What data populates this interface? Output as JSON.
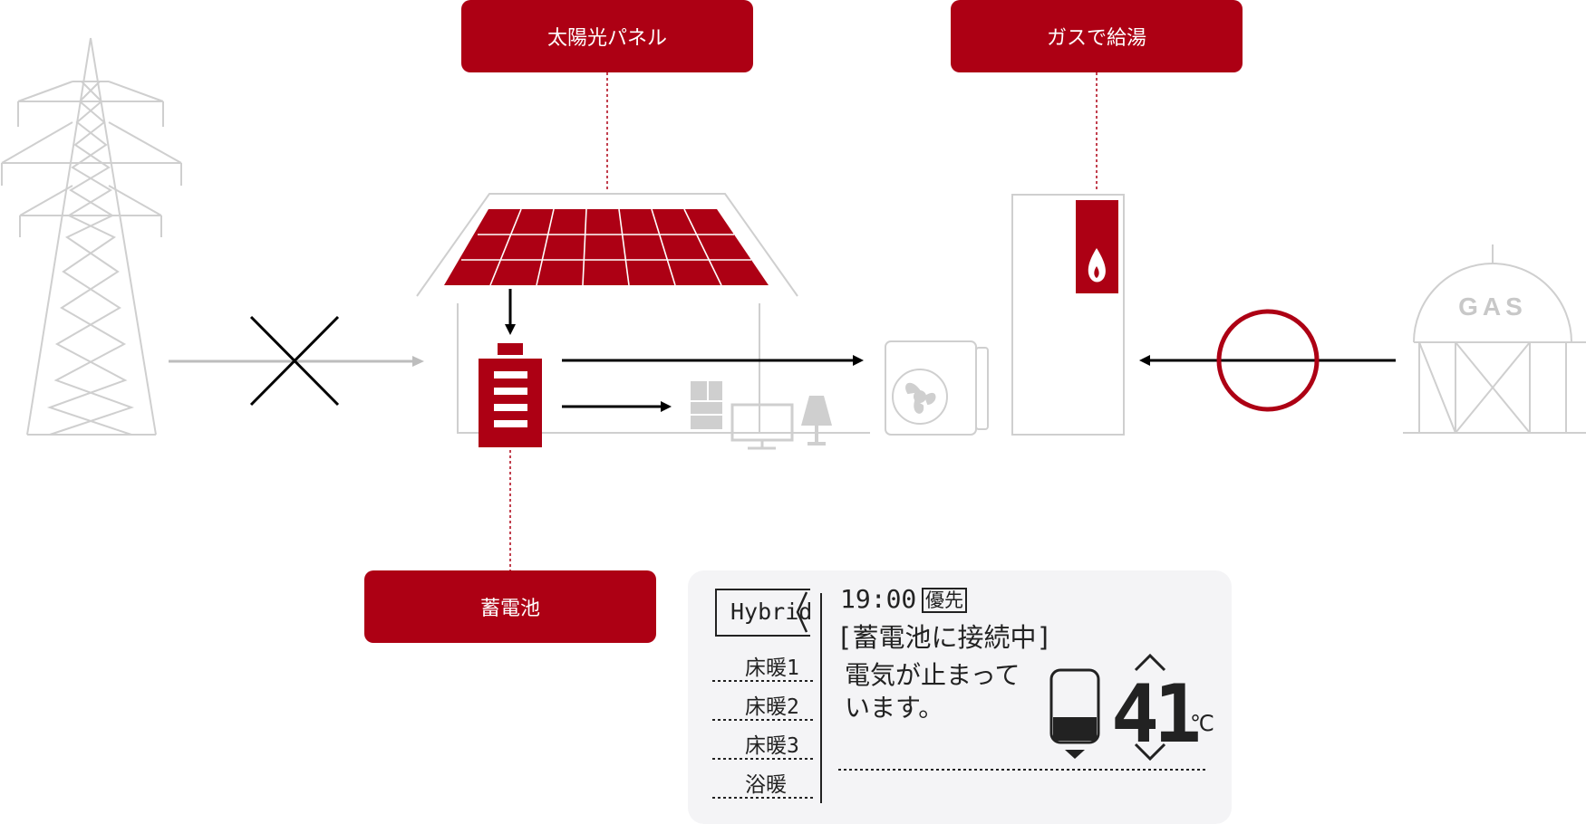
{
  "labels": {
    "solar": "太陽光パネル",
    "gas_hot_water": "ガスで給湯",
    "battery": "蓄電池"
  },
  "gas_tank_text": "GAS",
  "remote": {
    "mode": "Hybrid",
    "menu": [
      "床暖1",
      "床暖2",
      "床暖3",
      "浴暖"
    ],
    "time": "19:00",
    "priority": "優先",
    "status": "[蓄電池に接続中]",
    "message_line1": "電気が止まって",
    "message_line2": "います。",
    "temperature": "41",
    "unit": "℃"
  },
  "colors": {
    "brand_red": "#ad0014",
    "line_gray": "#c8c8c8",
    "arrow": "#000000"
  }
}
